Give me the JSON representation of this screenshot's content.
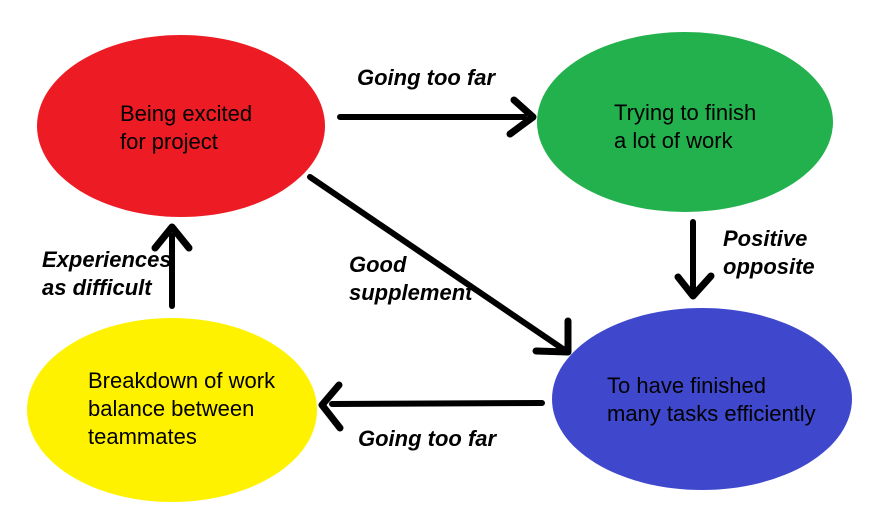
{
  "diagram": {
    "title": "project-motivation-concept-map",
    "background_color": "#ffffff",
    "arrow_color": "#000000",
    "text_color": "#000000"
  },
  "nodes": [
    {
      "id": "being-excited",
      "label": "Being excited\nfor project",
      "color": "#ed1c24",
      "color_name": "red"
    },
    {
      "id": "trying-to-finish",
      "label": "Trying to finish\na lot of work",
      "color": "#22b14c",
      "color_name": "green"
    },
    {
      "id": "breakdown-of-work",
      "label": "Breakdown of work\nbalance between\nteammates",
      "color": "#fff200",
      "color_name": "yellow"
    },
    {
      "id": "finished-many-tasks",
      "label": "To have finished\nmany tasks efficiently",
      "color": "#3f48cc",
      "color_name": "blue"
    }
  ],
  "edges": [
    {
      "from": "being-excited",
      "to": "trying-to-finish",
      "label": "Going too far"
    },
    {
      "from": "trying-to-finish",
      "to": "finished-many-tasks",
      "label": "Positive\nopposite"
    },
    {
      "from": "being-excited",
      "to": "finished-many-tasks",
      "label": "Good\nsupplement"
    },
    {
      "from": "finished-many-tasks",
      "to": "breakdown-of-work",
      "label": "Going too far"
    },
    {
      "from": "breakdown-of-work",
      "to": "being-excited",
      "label": "Experiences\nas difficult"
    }
  ]
}
